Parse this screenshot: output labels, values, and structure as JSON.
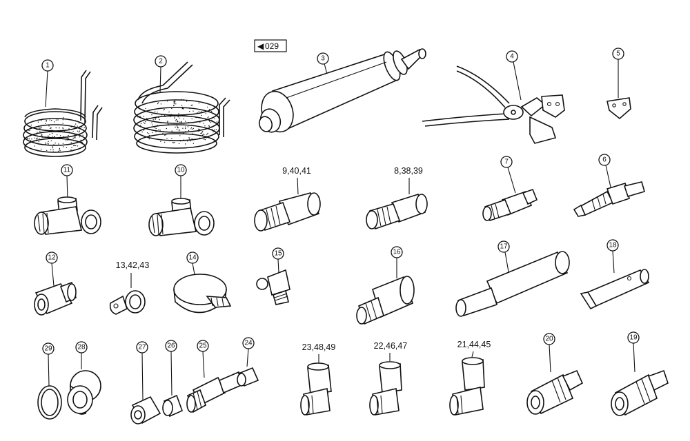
{
  "reference": {
    "arrow": "◀",
    "label": "029"
  },
  "callouts": [
    {
      "id": "p1",
      "label": "1"
    },
    {
      "id": "p2",
      "label": "2"
    },
    {
      "id": "p3",
      "label": "3"
    },
    {
      "id": "p4",
      "label": "4"
    },
    {
      "id": "p5",
      "label": "5"
    },
    {
      "id": "p6",
      "label": "6"
    },
    {
      "id": "p7",
      "label": "7"
    },
    {
      "id": "p10",
      "label": "10"
    },
    {
      "id": "p11",
      "label": "11"
    },
    {
      "id": "p12",
      "label": "12"
    },
    {
      "id": "p14",
      "label": "14"
    },
    {
      "id": "p15",
      "label": "15"
    },
    {
      "id": "p16",
      "label": "16"
    },
    {
      "id": "p17",
      "label": "17"
    },
    {
      "id": "p18",
      "label": "18"
    },
    {
      "id": "p19",
      "label": "19"
    },
    {
      "id": "p20",
      "label": "20"
    },
    {
      "id": "p24",
      "label": "24"
    },
    {
      "id": "p25",
      "label": "25"
    },
    {
      "id": "p26",
      "label": "26"
    },
    {
      "id": "p27",
      "label": "27"
    },
    {
      "id": "p28",
      "label": "28"
    },
    {
      "id": "p29",
      "label": "29"
    }
  ],
  "labels": {
    "p9": "9,40,41",
    "p8": "8,38,39",
    "p13": "13,42,43",
    "p23": "23,48,49",
    "p22": "22,46,47",
    "p21": "21,44,45"
  }
}
